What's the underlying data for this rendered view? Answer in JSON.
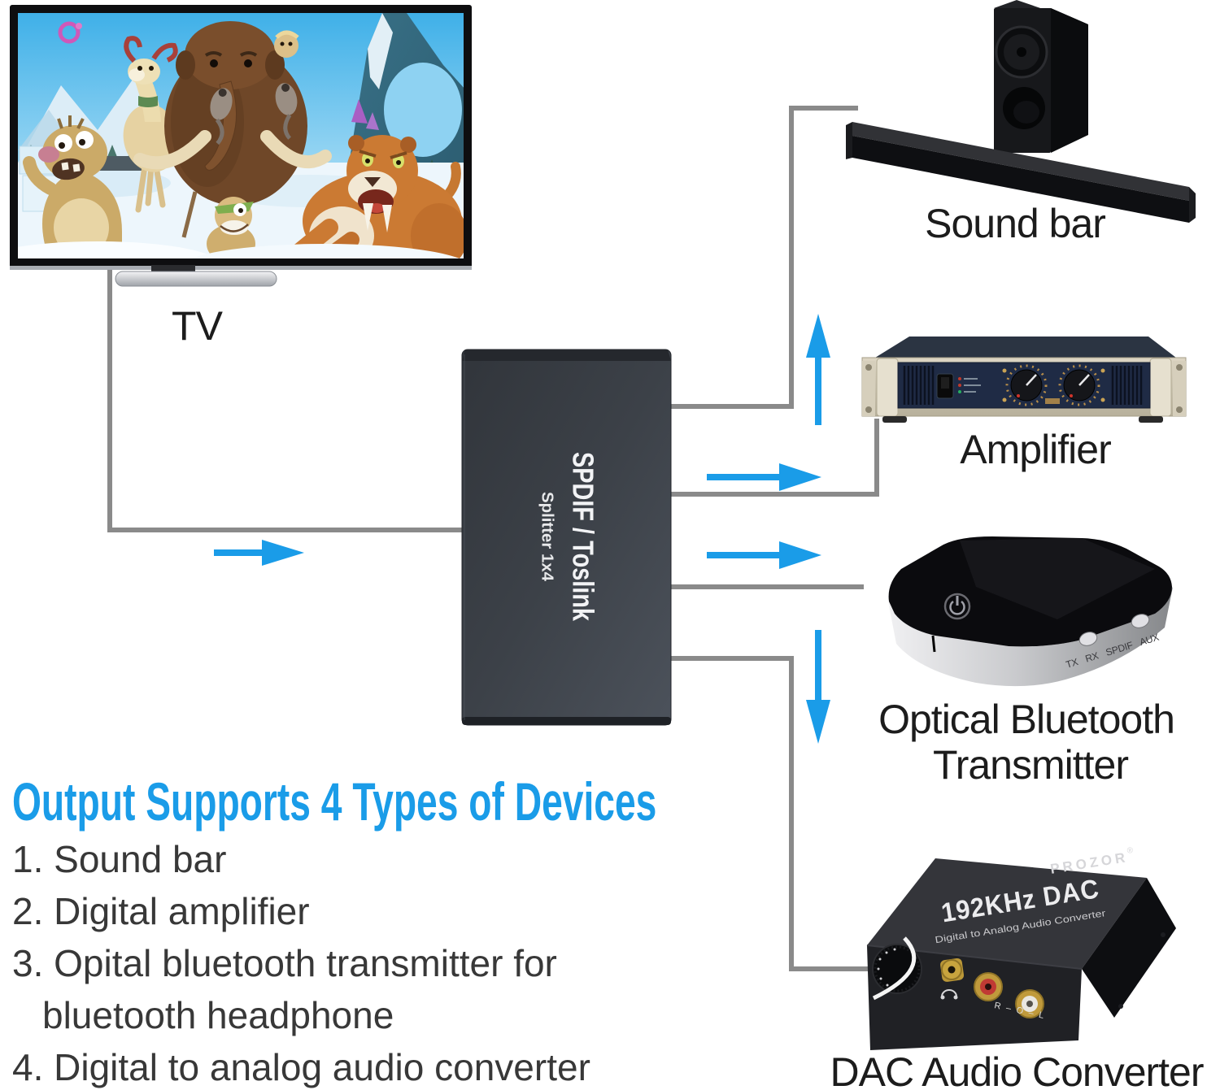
{
  "tv": {
    "label": "TV"
  },
  "splitter": {
    "title": "SPDIF / Toslink",
    "subtitle": "Splitter 1x4"
  },
  "devices": {
    "soundbar": {
      "label": "Sound bar"
    },
    "amplifier": {
      "label": "Amplifier"
    },
    "bluetooth_transmitter": {
      "label_line1": "Optical Bluetooth",
      "label_line2": "Transmitter",
      "port_labels": "TX RX SPDIF AUX"
    },
    "dac": {
      "label": "DAC Audio Converter",
      "top_title": "192KHz DAC",
      "top_subtitle": "Digital to Analog Audio Converter",
      "brand": "PROZOR",
      "reg_mark": "®",
      "front_channels": "R–O–L"
    }
  },
  "footer": {
    "heading": "Output Supports 4 Types of Devices",
    "items": [
      {
        "text": "1. Sound bar",
        "indent": false
      },
      {
        "text": "2. Digital amplifier",
        "indent": false
      },
      {
        "text": "3. Opital bluetooth transmitter for",
        "indent": false
      },
      {
        "text": "bluetooth headphone",
        "indent": true
      },
      {
        "text": "4. Digital to analog audio converter",
        "indent": false
      }
    ]
  },
  "colors": {
    "accent_blue": "#1a9ce8",
    "connector_gray": "#8a8a8a",
    "label_text": "#1c1c1c",
    "heading_blue": "#1a9ce8"
  }
}
